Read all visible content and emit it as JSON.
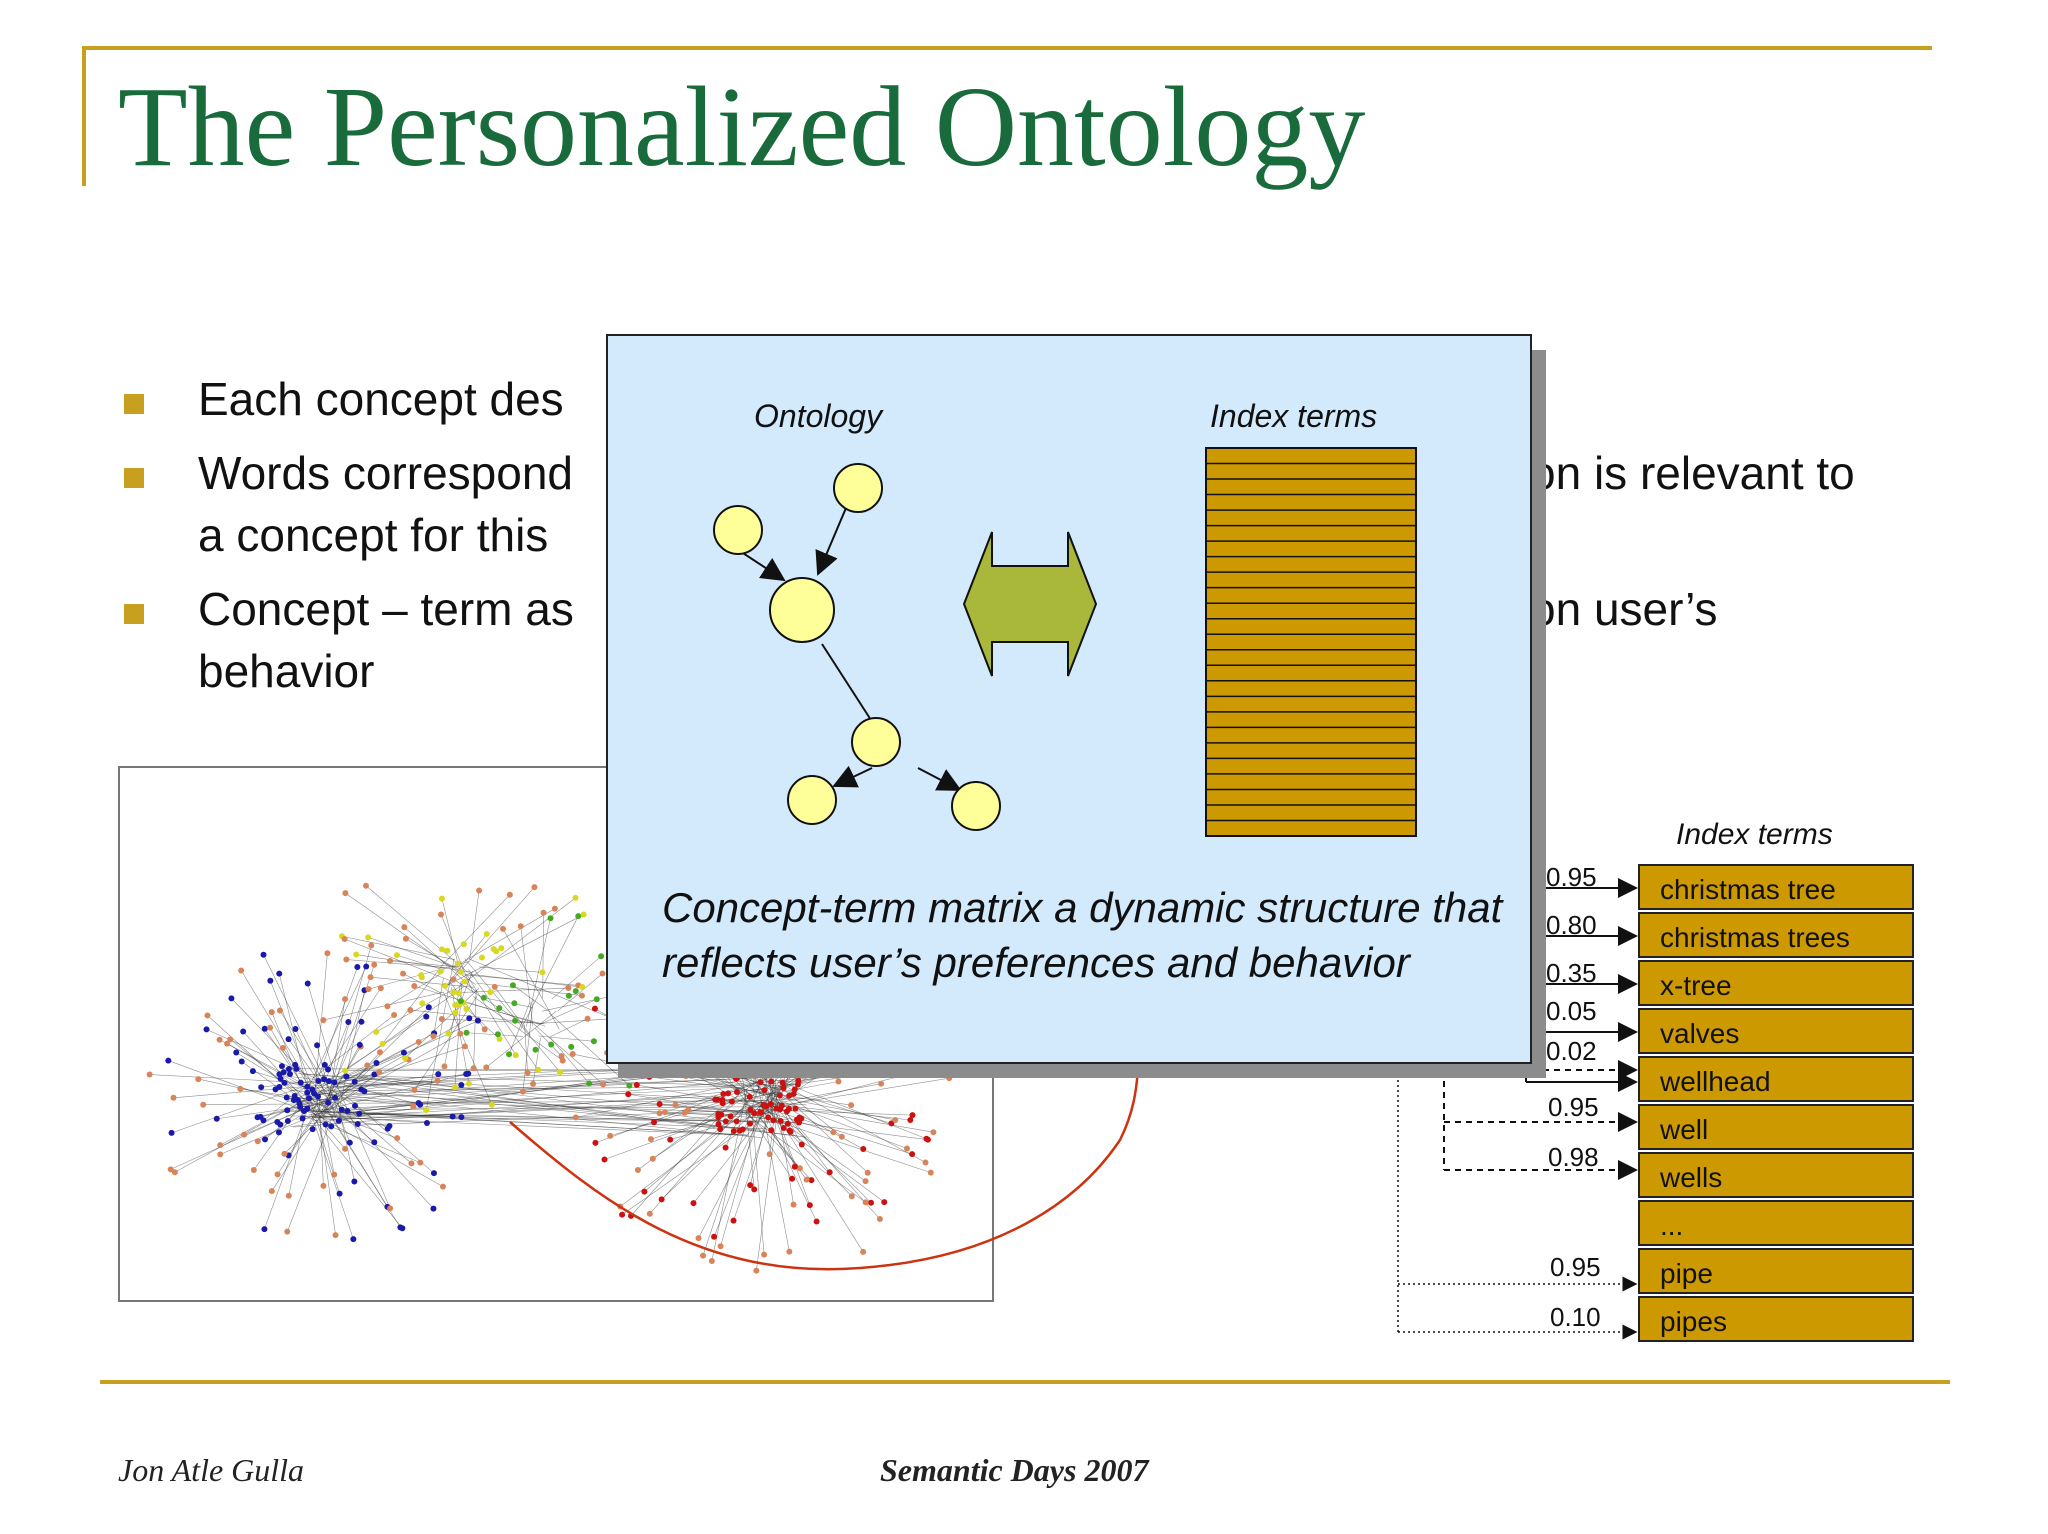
{
  "slide": {
    "title": "The Personalized Ontology",
    "bullets": [
      {
        "lines": [
          "Each concept des"
        ]
      },
      {
        "lines": [
          "Words correspond",
          "a concept for this"
        ]
      },
      {
        "lines": [
          "Concept – term as",
          "behavior"
        ]
      }
    ],
    "bullet_tails": [
      "on is relevant to",
      "on user’s"
    ],
    "footer_left": "Jon Atle Gulla",
    "footer_center": "Semantic Days 2007"
  },
  "overlay": {
    "ontology_label": "Ontology",
    "index_terms_label": "Index terms",
    "caption": "Concept-term matrix a dynamic structure that reflects user’s preferences and behavior",
    "colors": {
      "background": "#d2eafb",
      "node_fill": "#ffff99",
      "arrow_fill": "#a9b83a",
      "stack_fill": "#cc9900"
    }
  },
  "index_terms_panel": {
    "header": "Index terms",
    "terms": [
      "christmas tree",
      "christmas trees",
      "x-tree",
      "valves",
      "wellhead",
      "well",
      "wells",
      "...",
      "pipe",
      "pipes"
    ],
    "weights": [
      "0.95",
      "0.80",
      "0.35",
      "0.05",
      "0.02",
      "0.95",
      "0.98",
      "0.95",
      "0.10"
    ]
  },
  "network": {
    "cluster_colors": [
      "#1a1aaa",
      "#cc1111",
      "#d8d820",
      "#44aa22",
      "#d8845a"
    ]
  }
}
